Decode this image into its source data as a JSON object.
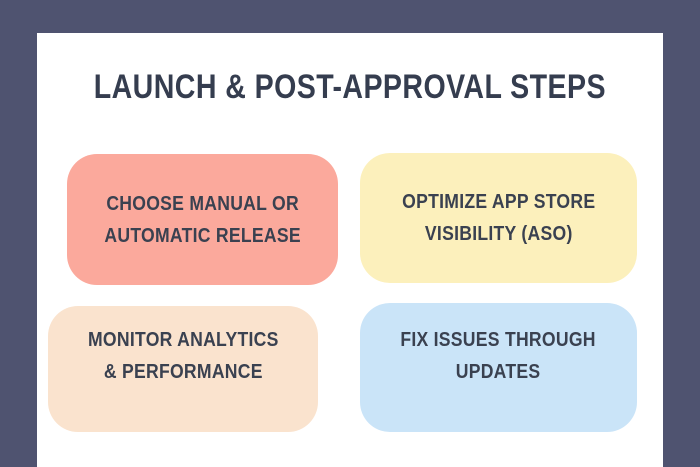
{
  "palette": {
    "frame": "#4F5370",
    "panel": "#FFFFFF",
    "text": "#3A4150",
    "title_text": "#353D4F"
  },
  "title": "LAUNCH & POST-APPROVAL STEPS",
  "cards": [
    {
      "name": "choose-release",
      "lines": [
        "CHOOSE MANUAL OR",
        "AUTOMATIC RELEASE"
      ],
      "background": "#FBA99C"
    },
    {
      "name": "optimize-aso",
      "lines": [
        "OPTIMIZE APP STORE",
        "VISIBILITY (ASO)"
      ],
      "background": "#FCF0BC"
    },
    {
      "name": "monitor-analytics",
      "lines": [
        "MONITOR ANALYTICS",
        "& PERFORMANCE"
      ],
      "background": "#FAE3CE"
    },
    {
      "name": "fix-issues",
      "lines": [
        "FIX ISSUES THROUGH",
        "UPDATES"
      ],
      "background": "#CAE4F8"
    }
  ]
}
